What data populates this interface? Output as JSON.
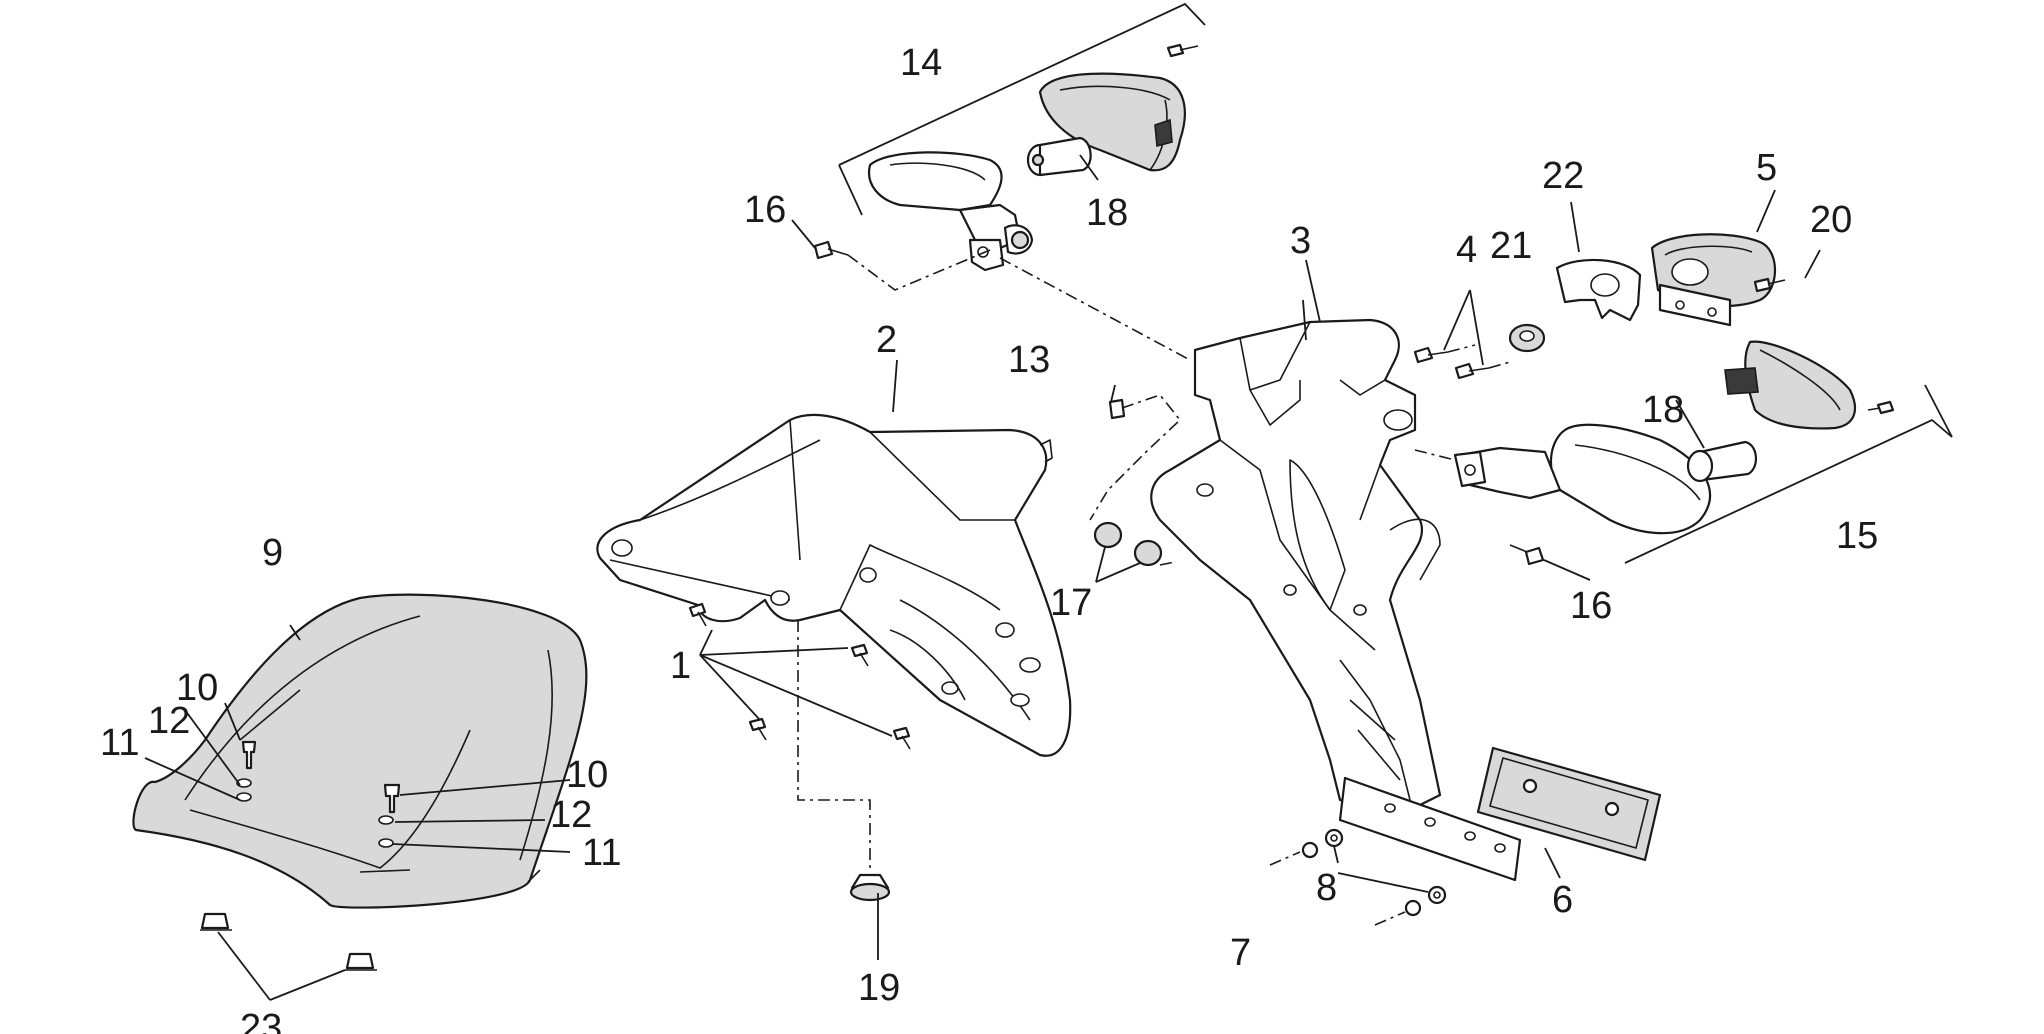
{
  "callouts": {
    "c1": "1",
    "c2": "2",
    "c3": "3",
    "c4": "4",
    "c5": "5",
    "c6": "6",
    "c7": "7",
    "c8": "8",
    "c9": "9",
    "c10a": "10",
    "c10b": "10",
    "c11a": "11",
    "c11b": "11",
    "c12a": "12",
    "c12b": "12",
    "c13": "13",
    "c14": "14",
    "c15": "15",
    "c16a": "16",
    "c16b": "16",
    "c17": "17",
    "c18a": "18",
    "c18b": "18",
    "c19": "19",
    "c20": "20",
    "c21": "21",
    "c22": "22",
    "c23": "23"
  }
}
